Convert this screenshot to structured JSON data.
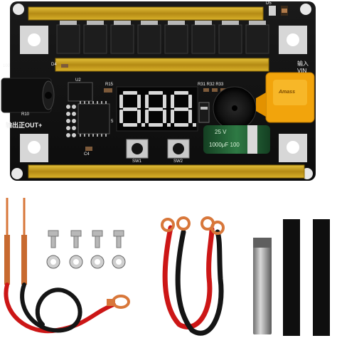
{
  "board": {
    "label_out": "输出正OUT+",
    "label_in": "输入",
    "label_vin": "VIN",
    "label_100": "100",
    "label_u2": "U2",
    "label_r15": "R15",
    "label_r31": "R31 R32 R33",
    "label_d5": "D5",
    "label_d4": "D4",
    "label_r10": "R10",
    "label_sw1": "SW1",
    "label_sw2": "SW2",
    "label_5": "5",
    "label_c4": "C4",
    "cap_text_1": "25 V",
    "cap_text_2": "1000μF 100",
    "xt_brand": "Amass",
    "display_digits": "8.8.8."
  },
  "kit": {
    "items": [
      "spot-welding-pens",
      "bolts",
      "nuts",
      "power-cables",
      "nickel-strip",
      "adhesive-pads"
    ]
  },
  "colors": {
    "pcb": "#121212",
    "copper_bar": "#c9a21c",
    "led": "#d8d8d8",
    "cap_sleeve": "#1f5c32",
    "connector": "#f2a40c",
    "cable_red": "#cc1616",
    "cable_black": "#151515",
    "copper": "#d8773a"
  }
}
